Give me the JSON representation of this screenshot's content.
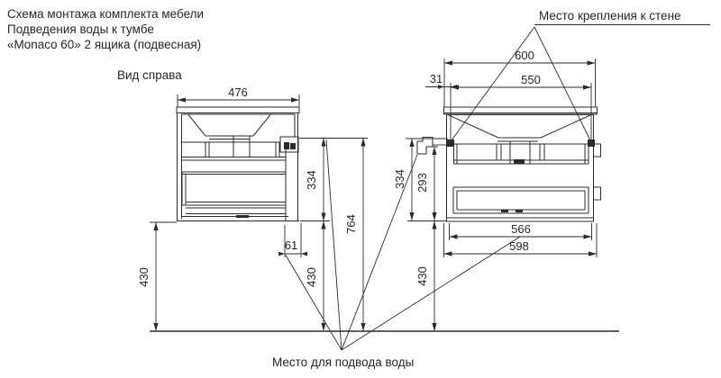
{
  "header": {
    "line1": "Схема монтажа комплекта мебели",
    "line2": "Подведения воды к тумбе",
    "line3": "«Monaco 60» 2 ящика (подвесная)"
  },
  "labels": {
    "side_view": "Вид справа",
    "wall_mount": "Место крепления к стене",
    "water_supply": "Место для подвода воды"
  },
  "dims": {
    "side": {
      "width": "476",
      "mount_height": "334",
      "total_height": "764",
      "floor_gap_left": "430",
      "floor_gap_mid": "430",
      "water_offset": "61"
    },
    "front": {
      "width": "600",
      "mount_span": "550",
      "mount_offset": "31",
      "mount_height": "334",
      "bracket_height": "293",
      "floor_gap": "430",
      "inner_width": "566",
      "outer_width": "598"
    }
  },
  "colors": {
    "ink": "#2b2b2b",
    "background": "#ffffff"
  }
}
